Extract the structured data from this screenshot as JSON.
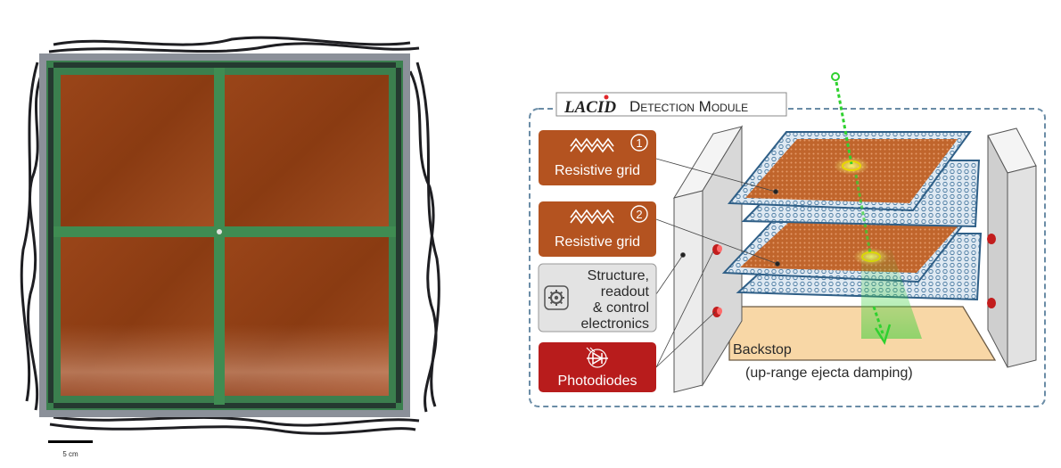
{
  "scale_bar": {
    "label": "5 cm"
  },
  "module_title": {
    "logo": "LACID",
    "text": "Detection Module"
  },
  "labels": {
    "grid1": {
      "text": "Resistive grid",
      "number": "1"
    },
    "grid2": {
      "text": "Resistive grid",
      "number": "2"
    },
    "structure": {
      "line1": "Structure,",
      "line2": "readout",
      "line3": "& control",
      "line4": "electronics"
    },
    "photodiodes": {
      "text": "Photodiodes"
    },
    "backstop": {
      "line1": "Backstop",
      "line2": "(up-range ejecta damping)"
    }
  },
  "icons": [
    "resistor-zigzag-icon",
    "gear-cycle-icon",
    "photodiode-icon"
  ],
  "colors": {
    "copper": "#b45320",
    "copper_dark": "#8a3b12",
    "pcb_green": "#2f8a4c",
    "frame_blue": "#2f5f87",
    "photodiode_red": "#b81c1c",
    "structure_gray": "#e3e3e3",
    "backstop_fill": "#f8d7a6",
    "trajectory_green": "#2fd12f",
    "dashed_border": "#6a8ca6"
  }
}
